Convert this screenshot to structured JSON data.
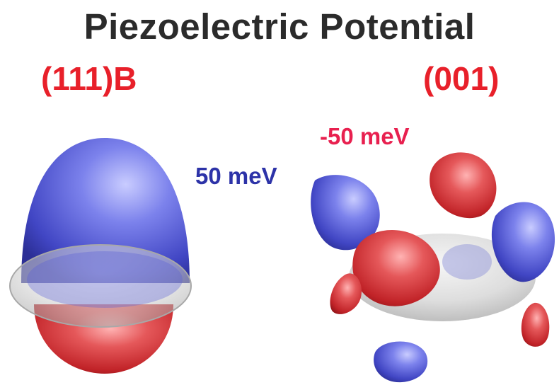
{
  "title": "Piezoelectric Potential",
  "panels": {
    "left": {
      "label": "(111)B"
    },
    "right": {
      "label": "(001)"
    }
  },
  "annotations": {
    "negative": "-50 meV",
    "positive": "50 meV"
  },
  "colors": {
    "title": "#2b2b2b",
    "panel_label": "#e8202a",
    "negative_label": "#e8204f",
    "positive_label": "#2d33a8",
    "positive_lobe": "#5a5fd6",
    "negative_lobe": "#d63a3e",
    "quantum_dot": "#b9b9b9"
  }
}
